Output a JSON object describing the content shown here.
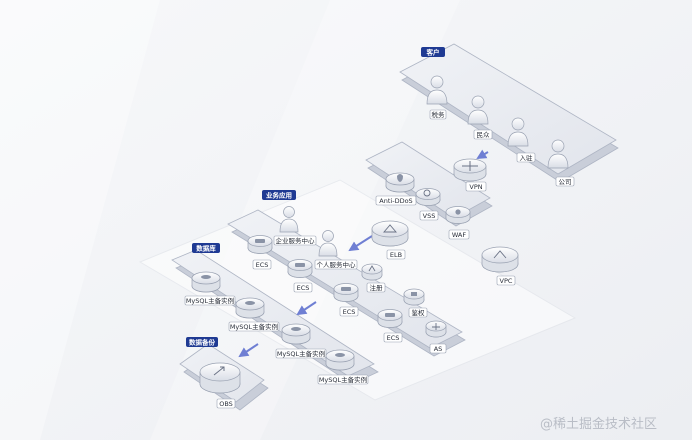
{
  "groups": {
    "customer": "客户",
    "business": "业务应用",
    "database": "数据库",
    "backup": "数据备份"
  },
  "nodes": {
    "tax": "税务",
    "citizen": "民众",
    "enterprise": "入驻",
    "public": "公司",
    "vpn": "VPN",
    "anti_ddos": "Anti-DDoS",
    "vss": "VSS",
    "waf": "WAF",
    "elb": "ELB",
    "vpc": "VPC",
    "service_center": "企业服务中心",
    "personal_center": "个人服务中心",
    "ecs1": "ECS",
    "ecs2": "ECS",
    "ecs3": "ECS",
    "ecs4": "ECS",
    "register": "注册",
    "auth": "鉴权",
    "as": "AS",
    "mysql_primary": "MySQL主备实例",
    "mysql_standby1": "MySQL主备实例",
    "mysql_standby2": "MySQL主备实例",
    "mysql_standby3": "MySQL主备实例",
    "obs": "OBS"
  },
  "watermark": "@稀土掘金技术社区",
  "colors": {
    "badge": "#1f3a93",
    "arrow": "#6f7fd3",
    "platform": "#e6e8ee",
    "stroke": "#aeb5c4"
  }
}
